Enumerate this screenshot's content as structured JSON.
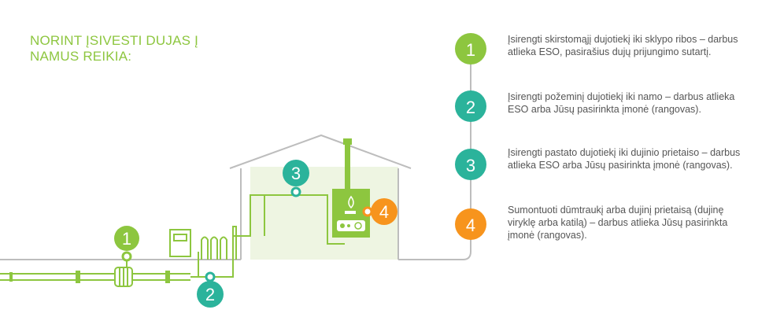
{
  "heading": {
    "line1": "NORINT ĮSIVESTI DUJAS Į",
    "line2": "NAMUS REIKIA:"
  },
  "steps": [
    {
      "number": "1",
      "color": "#8dc63f",
      "text": "Įsirengti skirstomąjį dujotiekį iki sklypo ribos – darbus atlieka ESO, pasirašius dujų prijungimo sutartį."
    },
    {
      "number": "2",
      "color": "#2bb39b",
      "text": "Įsirengti požeminį dujotiekį iki namo – darbus atlieka ESO arba Jūsų pasirinkta įmonė (rangovas)."
    },
    {
      "number": "3",
      "color": "#2bb39b",
      "text": "Įsirengti pastato dujotiekį iki dujinio prietaiso – darbus atlieka ESO arba Jūsų pasirinkta įmonė (rangovas)."
    },
    {
      "number": "4",
      "color": "#f7941d",
      "text": "Sumontuoti dūmtraukį arba dujinį prietaisą (dujinę viryklę arba katilą) – darbus atlieka Jūsų pasirinkta įmonė (rangovas)."
    }
  ],
  "colors": {
    "green": "#8dc63f",
    "teal": "#2bb39b",
    "orange": "#f7941d",
    "line": "#bdbdbd",
    "house_fill": "#eef5e2"
  }
}
